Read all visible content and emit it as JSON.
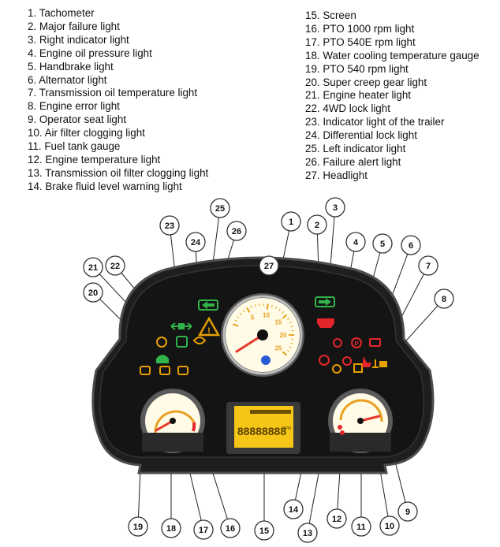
{
  "legend": {
    "left": [
      "1. Tachometer",
      "2. Major failure light",
      "3. Right indicator light",
      "4. Engine oil pressure light",
      "5. Handbrake light",
      "6. Alternator light",
      "7. Transmission oil  temperature light",
      "8. Engine error light",
      "9. Operator seat light",
      "10. Air filter clogging light",
      "11. Fuel tank gauge",
      "12. Engine temperature light",
      "13. Transmission oil filter clogging light",
      "14. Brake fluid level warning light"
    ],
    "right": [
      "15. Screen",
      "16. PTO 1000 rpm light",
      "17. PTO 540E rpm light",
      "18. Water cooling temperature gauge",
      "19. PTO 540 rpm light",
      "20. Super creep gear light",
      "21. Engine heater light",
      "22. 4WD lock light",
      "23. Indicator light of the trailer",
      "24. Differential lock light",
      "25. Left indicator light",
      "26. Failure alert light",
      "27. Headlight"
    ]
  },
  "callouts": [
    "1",
    "2",
    "3",
    "4",
    "5",
    "6",
    "7",
    "8",
    "9",
    "10",
    "11",
    "12",
    "13",
    "14",
    "15",
    "16",
    "17",
    "18",
    "19",
    "20",
    "21",
    "22",
    "23",
    "24",
    "25",
    "26",
    "27"
  ],
  "tachometer": {
    "ticks": [
      "5",
      "10",
      "15",
      "20",
      "25"
    ]
  },
  "lcd": {
    "digits": "88888888",
    "unit": "RPM"
  },
  "colors": {
    "panel": "#1e1e1e",
    "bezel": "#5a5a5a",
    "gauge_face": "#fffbe6",
    "needle": "#e8392a",
    "scale": "#e8a020",
    "green": "#2fb34a",
    "amber": "#e8a000",
    "red": "#e3262b",
    "lcd": "#f5c518",
    "blue": "#2a5bd7"
  }
}
